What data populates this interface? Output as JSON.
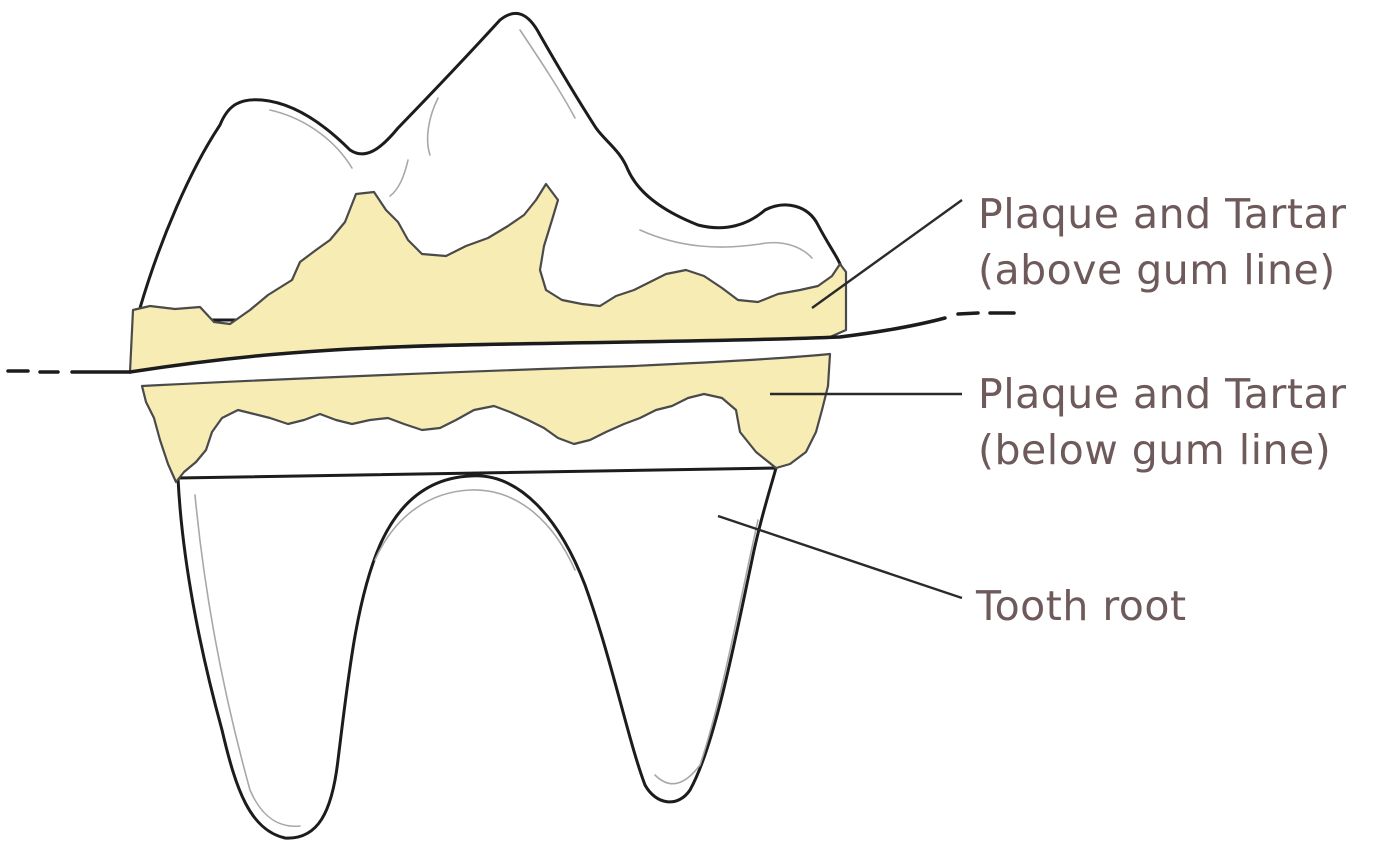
{
  "labels": {
    "above_line1": "Plaque and Tartar",
    "above_line2": "(above gum line)",
    "below_line1": "Plaque and Tartar",
    "below_line2": "(below gum line)",
    "root": "Tooth root"
  },
  "colors": {
    "tartar_fill": "#f6ecb4",
    "label_text": "#6e5a5a",
    "outline": "#1c1c1c"
  }
}
